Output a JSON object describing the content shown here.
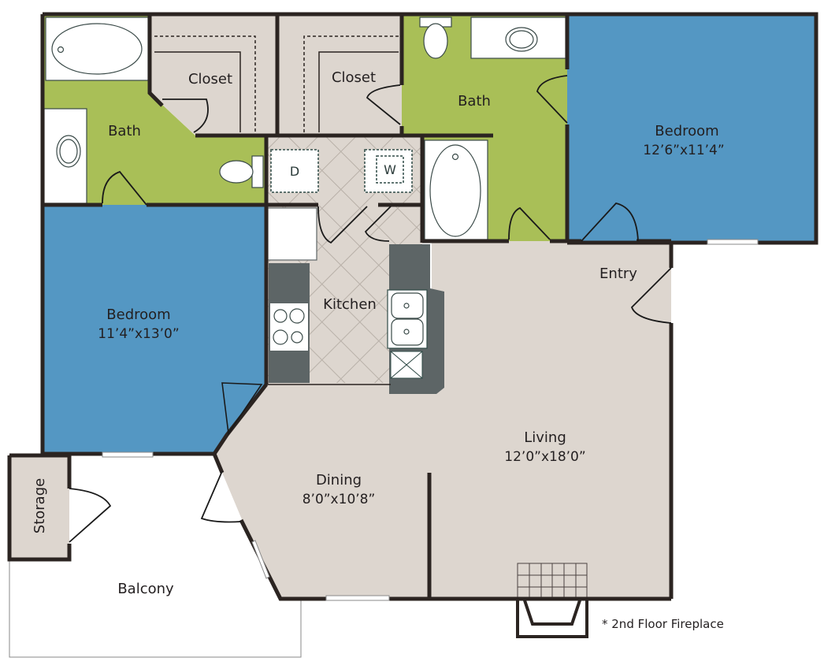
{
  "floorplan": {
    "colors": {
      "bedroom": "#5497c3",
      "bath": "#a9bf57",
      "common": "#ddd6cf",
      "counter": "#5d6566",
      "wall": "#2b2421",
      "exterior": "#ffffff"
    },
    "rooms": {
      "bath_left": {
        "label": "Bath"
      },
      "closet_left": {
        "label": "Closet"
      },
      "closet_center": {
        "label": "Closet"
      },
      "bath_right": {
        "label": "Bath"
      },
      "bedroom_right": {
        "label": "Bedroom",
        "dimensions": "12’6”x11’4”"
      },
      "bedroom_left": {
        "label": "Bedroom",
        "dimensions": "11’4”x13’0”"
      },
      "kitchen": {
        "label": "Kitchen"
      },
      "entry": {
        "label": "Entry"
      },
      "living": {
        "label": "Living",
        "dimensions": "12’0”x18’0”"
      },
      "dining": {
        "label": "Dining",
        "dimensions": "8’0”x10’8”"
      },
      "storage": {
        "label": "Storage"
      },
      "balcony": {
        "label": "Balcony"
      }
    },
    "appliances": {
      "dryer": "D",
      "washer": "W"
    },
    "note": "* 2nd Floor Fireplace"
  }
}
